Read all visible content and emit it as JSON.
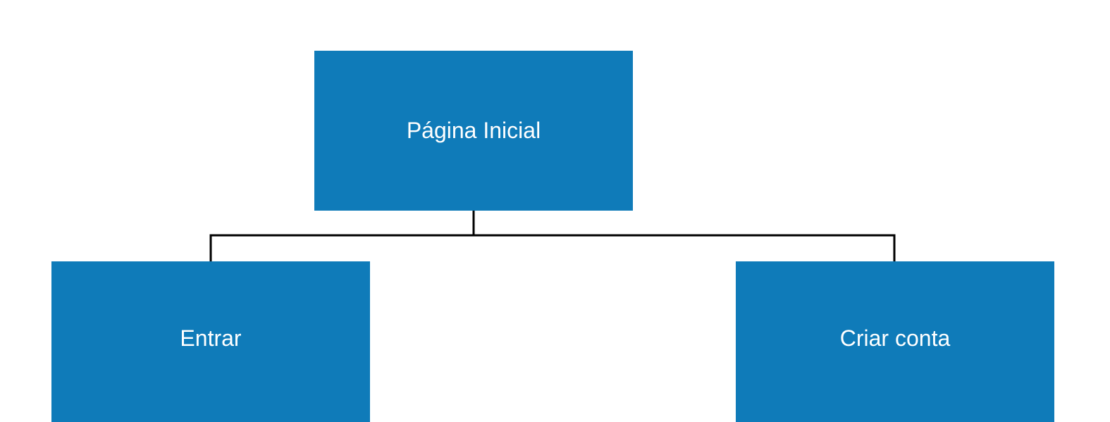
{
  "theme": {
    "node_fill": "#0f7bb9",
    "node_text": "#ffffff",
    "connector": "#000000"
  },
  "diagram": {
    "root": {
      "label": "Página Inicial"
    },
    "children": [
      {
        "label": "Entrar"
      },
      {
        "label": "Criar conta"
      }
    ]
  }
}
